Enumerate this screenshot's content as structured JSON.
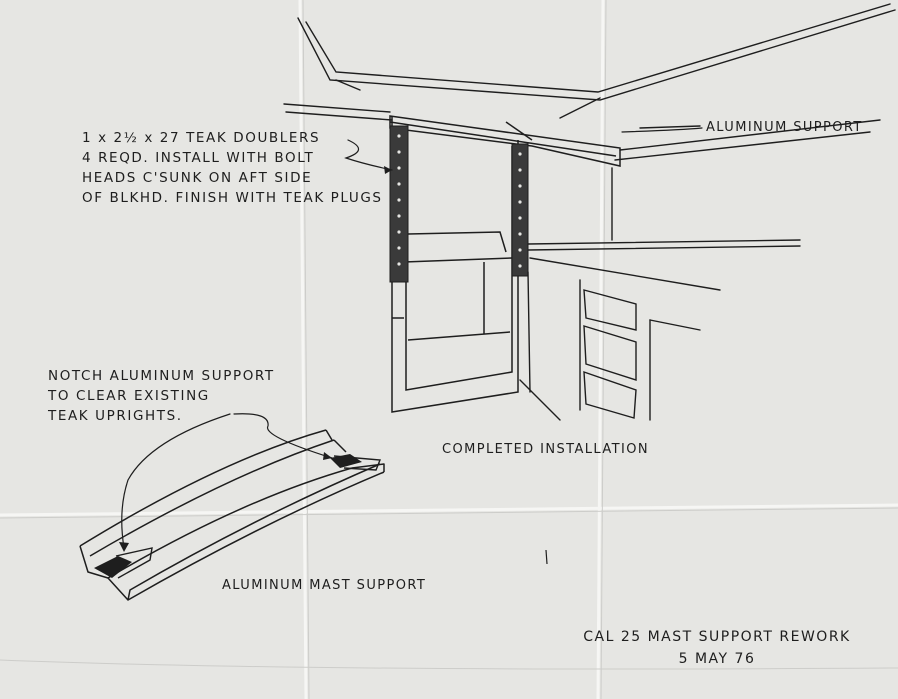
{
  "colors": {
    "paper": "#e6e6e3",
    "ink": "#1e1e1e",
    "crease": "#f4f4f2",
    "shadow": "#c9c9c6"
  },
  "notes": {
    "doublers": [
      "1 x 2½ x 27 TEAK DOUBLERS",
      "4 REQD. INSTALL WITH BOLT",
      "HEADS C'SUNK ON AFT SIDE",
      "OF BLKHD. FINISH WITH TEAK PLUGS"
    ],
    "aluminum_support": "ALUMINUM SUPPORT",
    "notch": [
      "NOTCH ALUMINUM SUPPORT",
      "TO CLEAR EXISTING",
      "TEAK UPRIGHTS."
    ]
  },
  "captions": {
    "installation": "COMPLETED INSTALLATION",
    "mast_support": "ALUMINUM MAST SUPPORT"
  },
  "title_block": {
    "title": "CAL 25 MAST SUPPORT REWORK",
    "date": "5 MAY 76"
  }
}
